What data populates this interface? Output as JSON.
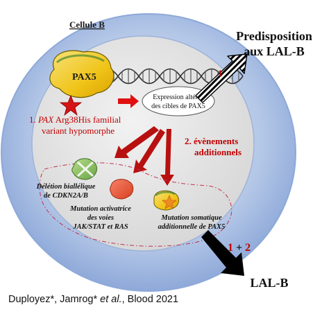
{
  "cell_label": "Cellule B",
  "protein_label": "PAX5",
  "expression_box": {
    "line1": "Expression altérée",
    "line2": "des cibles de PAX5"
  },
  "variant_label": {
    "prefix": "1. ",
    "pax": "PAX",
    "rest": " Arg38His familial",
    "line2": "variant hypomorphe"
  },
  "predisposition": {
    "line1": "Predisposition",
    "line2": "aux LAL-B",
    "arrow_number": "1"
  },
  "events_label": {
    "line1": "2. évènements",
    "line2": "additionnels"
  },
  "mutations": {
    "deletion": {
      "line1": "Délétion biallélique",
      "line2": "de CDKN2A/B"
    },
    "activating": {
      "line1": "Mutation activatrice",
      "line2": "des voies",
      "line3": "JAK/STAT et RAS"
    },
    "somatic": {
      "line1": "Mutation somatique",
      "line2_prefix": "additionnelle de ",
      "line2_gene": "PAX5"
    }
  },
  "outcome": {
    "one": "1",
    "plus": " + ",
    "two": "2",
    "label": "LAL-B"
  },
  "citation": {
    "authors": "Duployez*, Jamrog* ",
    "etal": "et al.",
    "rest": ", Blood 2021"
  },
  "colors": {
    "red": "#c00000",
    "dark_red": "#b81010",
    "outer_cell": "#a9bfe2",
    "inner_cell": "#e3e3e3",
    "green": "#8cc060",
    "orange": "#e85a3a",
    "yellow": "#f4d03f"
  }
}
